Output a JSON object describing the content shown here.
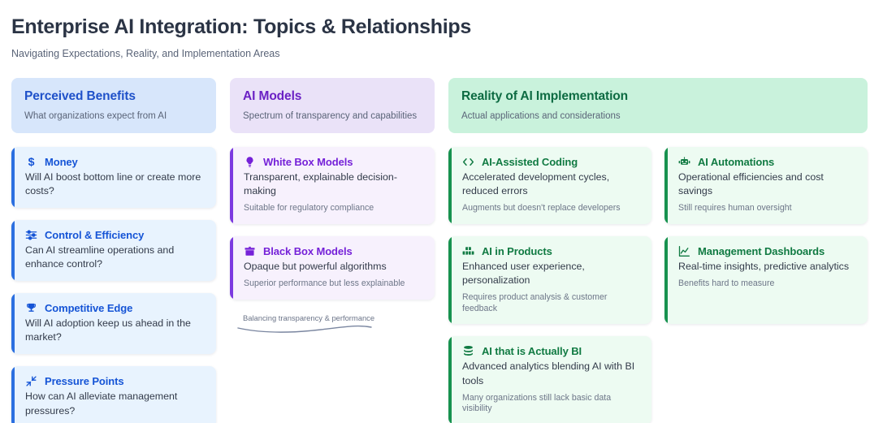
{
  "header": {
    "title": "Enterprise AI Integration: Topics & Relationships",
    "subtitle": "Navigating Expectations, Reality, and Implementation Areas"
  },
  "colors": {
    "blue_accent": "#2b6fe0",
    "blue_title": "#1554d6",
    "blue_header_bg": "#d7e6fb",
    "blue_card_bg": "#e8f3fe",
    "purple_accent": "#7c3ae0",
    "purple_title": "#7521d8",
    "purple_header_bg": "#eae2f8",
    "purple_card_bg": "#f7f1fd",
    "green_accent": "#17924f",
    "green_title": "#107a42",
    "green_header_bg": "#c9f2dc",
    "green_card_bg": "#edfbf2",
    "page_bg": "#ffffff",
    "title_text": "#2b3445",
    "body_text": "#333b4a",
    "muted_text": "#6d7688"
  },
  "columns": [
    {
      "key": "perceived-benefits",
      "heading": "Perceived Benefits",
      "subheading": "What organizations expect from AI",
      "cards": [
        {
          "icon": "dollar-sign-icon",
          "title": "Money",
          "desc": "Will AI boost bottom line or create more costs?",
          "note": ""
        },
        {
          "icon": "sliders-icon",
          "title": "Control & Efficiency",
          "desc": "Can AI streamline operations and enhance control?",
          "note": ""
        },
        {
          "icon": "trophy-icon",
          "title": "Competitive Edge",
          "desc": "Will AI adoption keep us ahead in the market?",
          "note": ""
        },
        {
          "icon": "compress-arrows-icon",
          "title": "Pressure Points",
          "desc": "How can AI alleviate management pressures?",
          "note": ""
        }
      ]
    },
    {
      "key": "ai-models",
      "heading": "AI Models",
      "subheading": "Spectrum of transparency and capabilities",
      "cards": [
        {
          "icon": "lightbulb-icon",
          "title": "White Box Models",
          "desc": "Transparent, explainable decision-making",
          "note": "Suitable for regulatory compliance"
        },
        {
          "icon": "box-icon",
          "title": "Black Box Models",
          "desc": "Opaque but powerful algorithms",
          "note": "Superior performance but less explainable"
        }
      ],
      "connector_label": "Balancing transparency & performance"
    },
    {
      "key": "reality-of-ai-implementation",
      "heading": "Reality of AI Implementation",
      "subheading": "Actual applications and considerations",
      "cards": [
        {
          "icon": "code-brackets-icon",
          "title": "AI-Assisted Coding",
          "desc": "Accelerated development cycles, reduced errors",
          "note": "Augments but doesn't replace developers"
        },
        {
          "icon": "robot-icon",
          "title": "AI Automations",
          "desc": "Operational efficiencies and cost savings",
          "note": "Still requires human oversight"
        },
        {
          "icon": "boxes-stacked-icon",
          "title": "AI in Products",
          "desc": "Enhanced user experience, personalization",
          "note": "Requires product analysis & customer feedback"
        },
        {
          "icon": "chart-line-icon",
          "title": "Management Dashboards",
          "desc": "Real-time insights, predictive analytics",
          "note": "Benefits hard to measure"
        },
        {
          "icon": "database-icon",
          "title": "AI that is Actually BI",
          "desc": "Advanced analytics blending AI with BI tools",
          "note": "Many organizations still lack basic data visibility"
        }
      ]
    }
  ]
}
